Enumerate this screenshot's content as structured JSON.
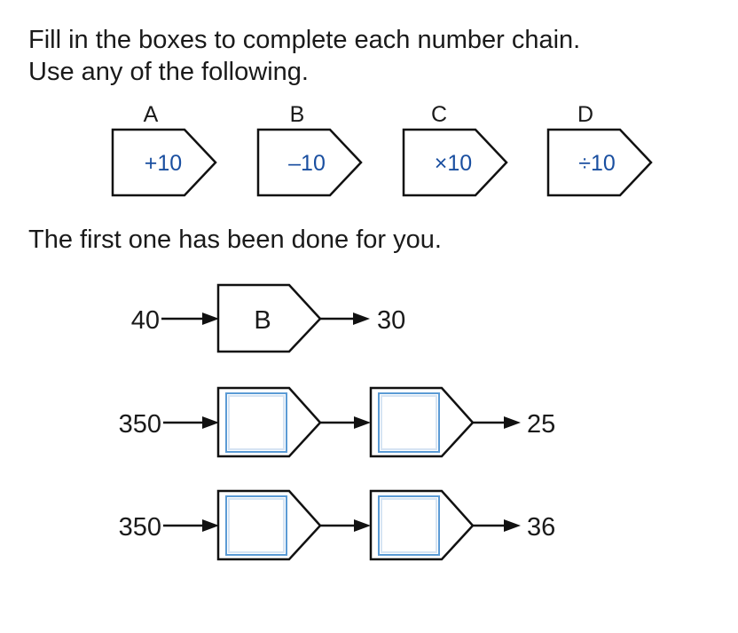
{
  "instructions": {
    "line1": "Fill in the boxes to complete each number chain.",
    "line2": "Use any of the following.",
    "line3": "The first one has been done for you."
  },
  "operations": [
    {
      "letter": "A",
      "value": "+10"
    },
    {
      "letter": "B",
      "value": "–10"
    },
    {
      "letter": "C",
      "value": "×10"
    },
    {
      "letter": "D",
      "value": "÷10"
    }
  ],
  "chains": [
    {
      "start": "40",
      "steps": [
        "B"
      ],
      "end": "30"
    },
    {
      "start": "350",
      "steps": [
        "",
        ""
      ],
      "end": "25"
    },
    {
      "start": "350",
      "steps": [
        "",
        ""
      ],
      "end": "36"
    }
  ],
  "colors": {
    "operation_text": "#1a4fa0",
    "answer_box_border": "#5b9bd5"
  }
}
